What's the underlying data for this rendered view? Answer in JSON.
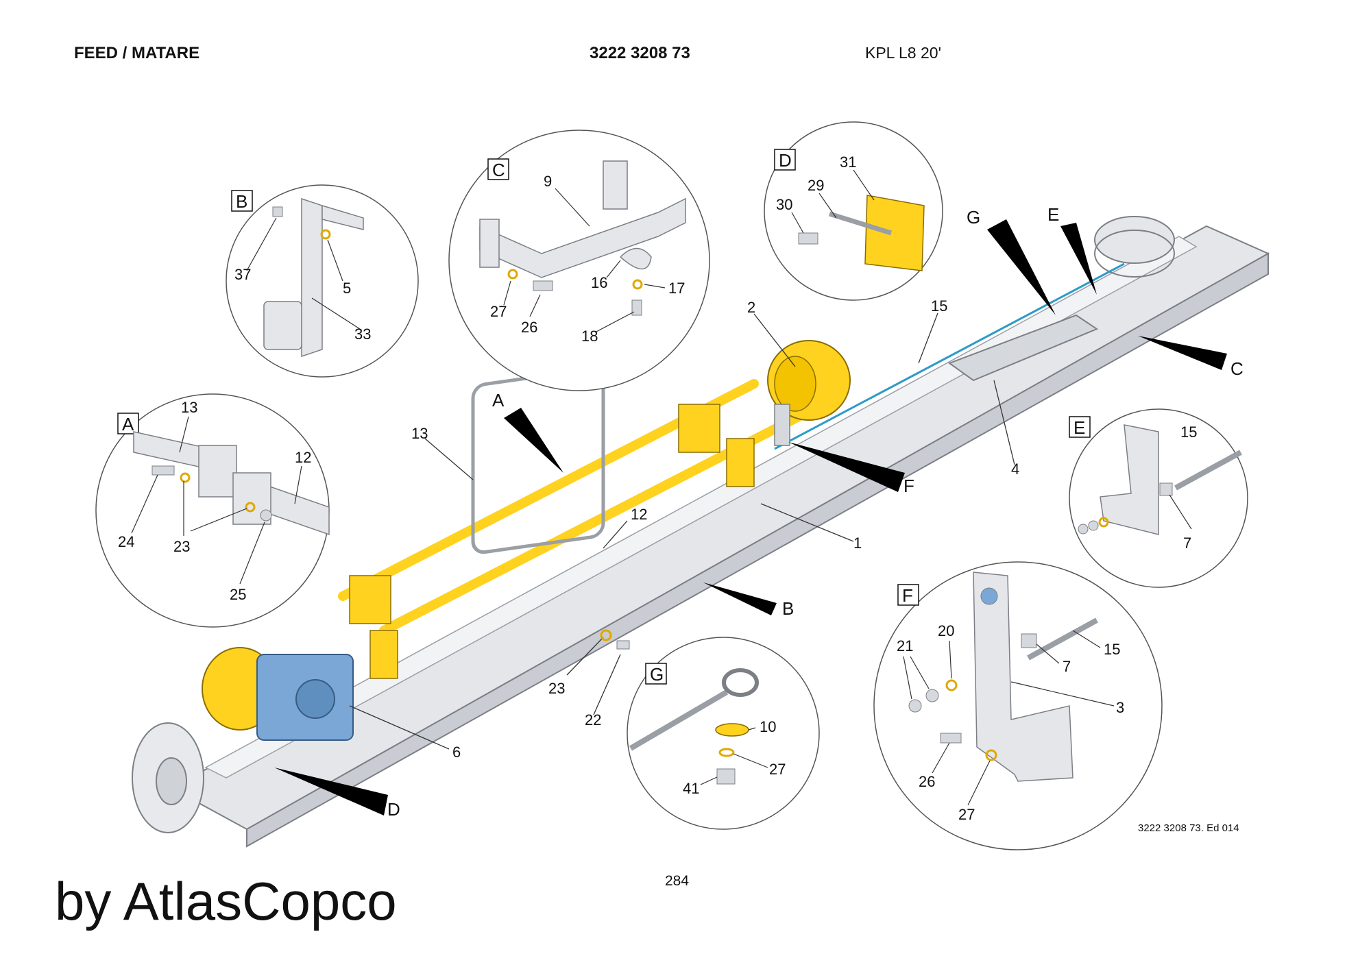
{
  "header": {
    "title": "FEED / MATARE",
    "part_number": "3222 3208 73",
    "model": "KPL L8 20'"
  },
  "edition": "3222 3208 73. Ed 014",
  "page_number": "284",
  "watermark": "by AtlasCopco",
  "colors": {
    "yellow": "#ffd21f",
    "blue": "#7aa7d6",
    "cable": "#2e9bc8",
    "metal": "#e4e6ea",
    "outline": "#7c7f86"
  },
  "details": {
    "A": {
      "letter": "A",
      "parts": [
        "13",
        "12",
        "24",
        "23",
        "25"
      ]
    },
    "B": {
      "letter": "B",
      "parts": [
        "37",
        "5",
        "33"
      ]
    },
    "C": {
      "letter": "C",
      "parts": [
        "9",
        "16",
        "17",
        "27",
        "26",
        "18"
      ]
    },
    "D": {
      "letter": "D",
      "parts": [
        "31",
        "29",
        "30"
      ]
    },
    "E": {
      "letter": "E",
      "parts": [
        "15",
        "7"
      ]
    },
    "F": {
      "letter": "F",
      "parts": [
        "20",
        "21",
        "7",
        "15",
        "3",
        "26",
        "27"
      ]
    },
    "G": {
      "letter": "G",
      "parts": [
        "10",
        "27",
        "41"
      ]
    }
  },
  "main_parts": [
    "2",
    "15",
    "13",
    "12",
    "1",
    "4",
    "6",
    "23",
    "22"
  ],
  "pointers": [
    "A",
    "B",
    "C",
    "D",
    "E",
    "F",
    "G"
  ]
}
